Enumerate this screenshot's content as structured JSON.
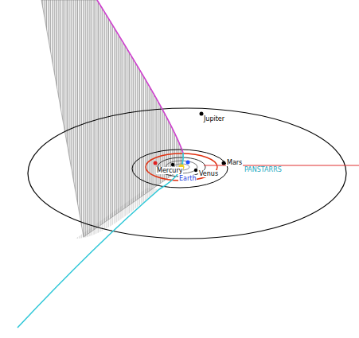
{
  "diagram": {
    "labels": [
      "Jupiter",
      "Mars",
      "PANSTARRS",
      "Mercury",
      "Venus",
      "Earth"
    ]
  }
}
